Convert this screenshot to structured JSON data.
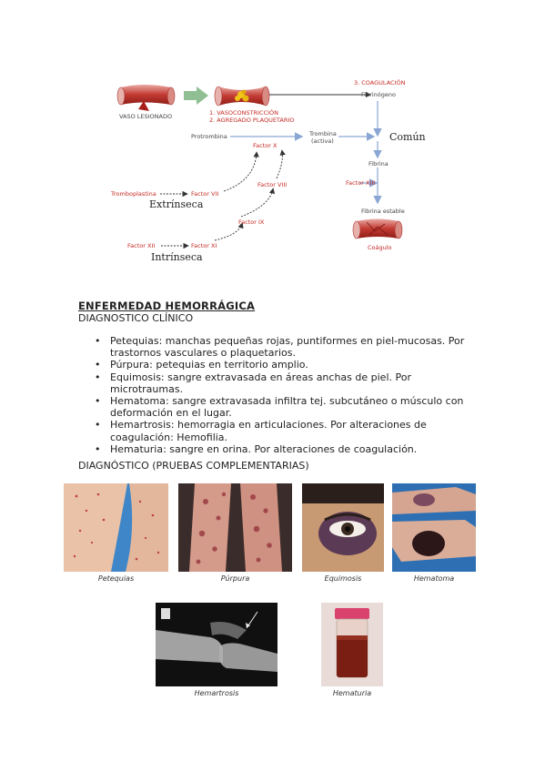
{
  "diagram": {
    "vaso_lesionado": "VASO LESIONADO",
    "vasoconstriccion": "1. VASOCONSTRICCIÓN",
    "agregado": "2. AGREGADO PLAQUETARIO",
    "coagulacion": "3. COAGULACIÓN",
    "fibrinogeno": "Fibrinógeno",
    "protrombina": "Protrombina",
    "trombina": "Trombina",
    "trombina_activa": "(activa)",
    "comun": "Común",
    "factor_x": "Factor X",
    "fibrina": "Fibrina",
    "factor_xiii": "Factor XIII",
    "factor_viii": "Factor VIII",
    "tromboplastina": "Tromboplastina",
    "factor_vii": "Factor VII",
    "extrinseca": "Extrínseca",
    "fibrina_estable": "Fibrina estable",
    "factor_ix": "Factor IX",
    "factor_xii": "Factor XII",
    "factor_xi": "Factor XI",
    "coagulo": "Coágulo",
    "intrinseca": "Intrínseca"
  },
  "section": {
    "title": "ENFERMEDAD HEMORRÁGICA",
    "subtitle": "DIAGNOSTICO CLÍNICO",
    "items": [
      "Petequias: manchas pequeñas rojas, puntiformes en piel-mucosas. Por trastornos vasculares o plaquetarios.",
      "Púrpura: petequias en territorio amplio.",
      "Equimosis: sangre extravasada en áreas anchas de piel. Por microtraumas.",
      "Hematoma: sangre extravasada infiltra tej. subcutáneo o músculo con deformación en el lugar.",
      "Hemartrosis: hemorragia en articulaciones. Por alteraciones de coagulación: Hemofilia.",
      "Hematuria: sangre en orina. Por alteraciones de coagulación."
    ],
    "subtitle2": "DIAGNÓSTICO (PRUEBAS COMPLEMENTARIAS)"
  },
  "photos": {
    "petequias": "Petequias",
    "purpura": "Púrpura",
    "equimosis": "Equimosis",
    "hematoma": "Hematoma",
    "hemartrosis": "Hemartrosis",
    "hematuria": "Hematuria"
  },
  "colors": {
    "accent_red": "#c42a24",
    "arrow_blue": "#8aa6d4",
    "arrow_green": "#8fbf92"
  }
}
